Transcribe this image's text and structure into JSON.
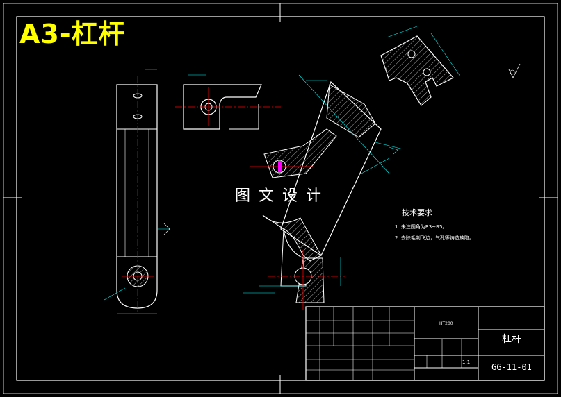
{
  "drawing": {
    "heading": "A3-杠杆",
    "watermark": "图文设计"
  },
  "technical_requirements": {
    "title": "技术要求",
    "lines": [
      "1. 未注圆角为R3~R5。",
      "2. 去除毛刺飞边，气孔等铸造缺陷。"
    ]
  },
  "title_block": {
    "part_name": "杠杆",
    "drawing_number": "GG-11-01",
    "scale": "1:1",
    "material": "HT200"
  },
  "colors": {
    "border": "#ffffff",
    "outline": "#ffffff",
    "centerline": "#ff0000",
    "dimension": "#00ffff",
    "heading": "#ffff00",
    "accent": "#ff00ff"
  }
}
